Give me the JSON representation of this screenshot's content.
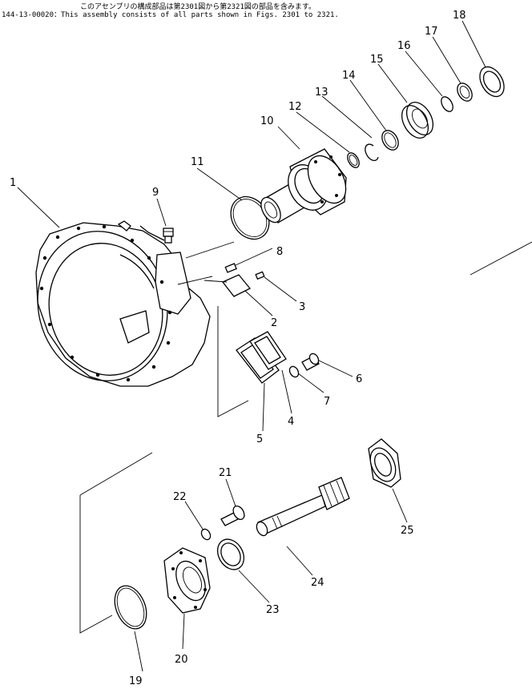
{
  "header": {
    "japanese_note": "このアセンブリの構成部品は第2301図から第2321図の部品を含みます。",
    "part_number": "144-13-00020",
    "english_note": "This assembly consists of all parts shown in Figs. 2301 to 2321."
  },
  "callouts": [
    {
      "id": "1",
      "label": "1"
    },
    {
      "id": "2",
      "label": "2"
    },
    {
      "id": "3",
      "label": "3"
    },
    {
      "id": "4",
      "label": "4"
    },
    {
      "id": "5",
      "label": "5"
    },
    {
      "id": "6",
      "label": "6"
    },
    {
      "id": "7",
      "label": "7"
    },
    {
      "id": "8",
      "label": "8"
    },
    {
      "id": "9",
      "label": "9"
    },
    {
      "id": "10",
      "label": "10"
    },
    {
      "id": "11",
      "label": "11"
    },
    {
      "id": "12",
      "label": "12"
    },
    {
      "id": "13",
      "label": "13"
    },
    {
      "id": "14",
      "label": "14"
    },
    {
      "id": "15",
      "label": "15"
    },
    {
      "id": "16",
      "label": "16"
    },
    {
      "id": "17",
      "label": "17"
    },
    {
      "id": "18",
      "label": "18"
    },
    {
      "id": "19",
      "label": "19"
    },
    {
      "id": "20",
      "label": "20"
    },
    {
      "id": "21",
      "label": "21"
    },
    {
      "id": "22",
      "label": "22"
    },
    {
      "id": "23",
      "label": "23"
    },
    {
      "id": "24",
      "label": "24"
    },
    {
      "id": "25",
      "label": "25"
    }
  ]
}
